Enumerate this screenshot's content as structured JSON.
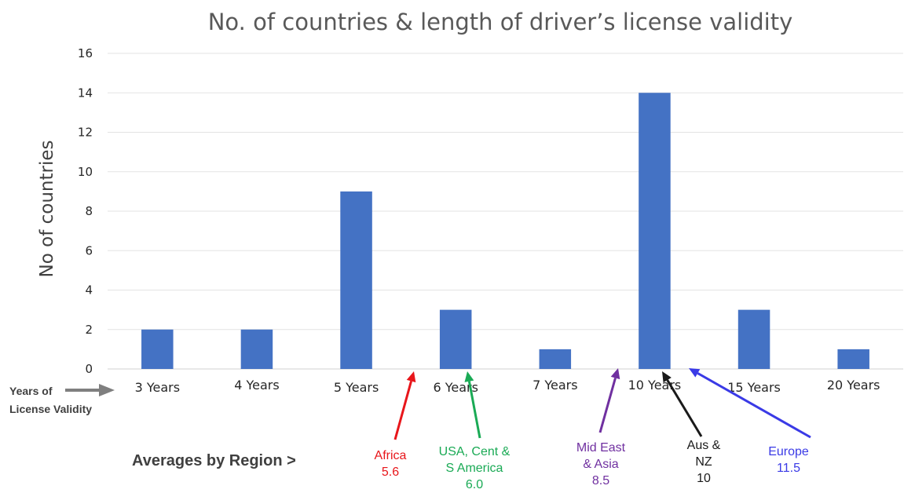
{
  "chart_data": {
    "type": "bar",
    "title": "No. of countries & length of driver’s license validity",
    "ylabel": "No of countries",
    "xlabel": "",
    "ylim": [
      0,
      16
    ],
    "yticks": [
      "0",
      "2",
      "4",
      "6",
      "8",
      "10",
      "12",
      "14",
      "16"
    ],
    "categories": [
      "3 Years",
      "4 Years",
      "5 Years",
      "6 Years",
      "7 Years",
      "10 Years",
      "15 Years",
      "20 Years"
    ],
    "values": [
      2,
      2,
      9,
      3,
      1,
      14,
      3,
      1
    ],
    "bar_color": "#4472C4",
    "grid": true,
    "legend": "none",
    "annotations": {
      "axis_caption": [
        "Years of",
        "License Validity"
      ],
      "averages_label": "Averages by Region >",
      "regions": [
        {
          "lines": [
            "Africa",
            "5.6"
          ],
          "average": 5.6,
          "color": "#E8161B"
        },
        {
          "lines": [
            "USA, Cent &",
            "S America",
            "6.0"
          ],
          "average": 6.0,
          "color": "#1AAA55"
        },
        {
          "lines": [
            "Mid East",
            "& Asia",
            "8.5"
          ],
          "average": 8.5,
          "color": "#7030A0"
        },
        {
          "lines": [
            "Aus &",
            "NZ",
            "10"
          ],
          "average": 10,
          "color": "#1A1A1A"
        },
        {
          "lines": [
            "Europe",
            "11.5"
          ],
          "average": 11.5,
          "color": "#3A3AE6"
        }
      ]
    }
  }
}
